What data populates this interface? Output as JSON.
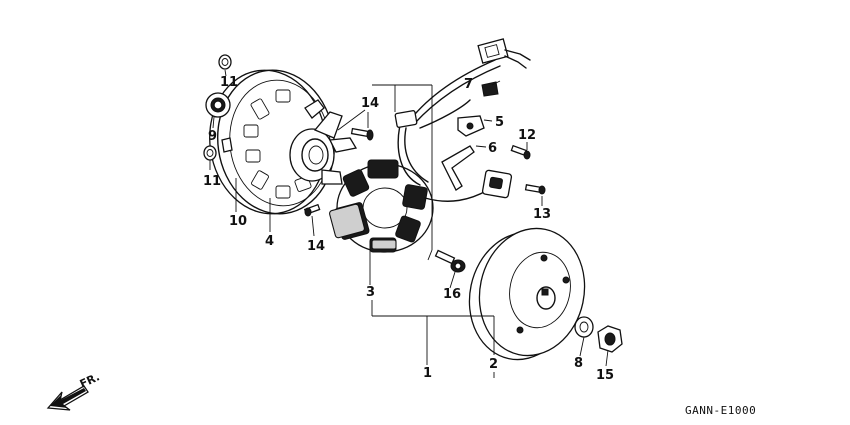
{
  "diagram": {
    "code": "GANN-E1000",
    "direction_label": "FR.",
    "callouts": [
      {
        "id": "c1",
        "label": "1"
      },
      {
        "id": "c2",
        "label": "2"
      },
      {
        "id": "c3",
        "label": "3"
      },
      {
        "id": "c4",
        "label": "4"
      },
      {
        "id": "c5",
        "label": "5"
      },
      {
        "id": "c6",
        "label": "6"
      },
      {
        "id": "c7",
        "label": "7"
      },
      {
        "id": "c8",
        "label": "8"
      },
      {
        "id": "c9",
        "label": "9"
      },
      {
        "id": "c10",
        "label": "10"
      },
      {
        "id": "c11a",
        "label": "11"
      },
      {
        "id": "c11b",
        "label": "11"
      },
      {
        "id": "c12",
        "label": "12"
      },
      {
        "id": "c13",
        "label": "13"
      },
      {
        "id": "c14a",
        "label": "14"
      },
      {
        "id": "c14b",
        "label": "14"
      },
      {
        "id": "c15",
        "label": "15"
      },
      {
        "id": "c16",
        "label": "16"
      }
    ]
  }
}
